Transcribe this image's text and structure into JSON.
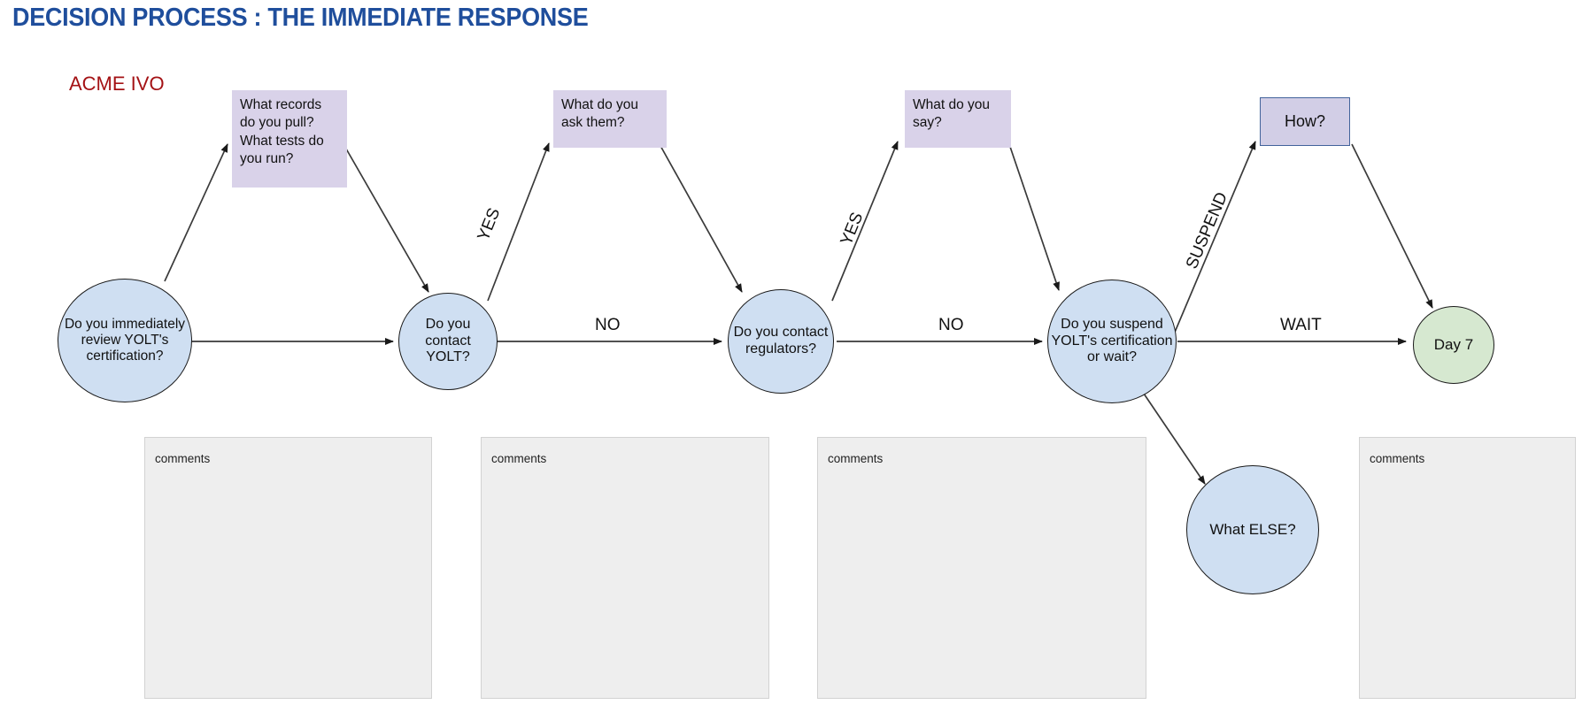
{
  "title": "DECISION PROCESS : THE IMMEDIATE RESPONSE",
  "subtitle": "ACME IVO",
  "colors": {
    "title": "#1f4e9c",
    "subtitle": "#a41215",
    "node_fill": "#cfdff2",
    "node_end_fill": "#d6e8d0",
    "note_fill": "#d9d2e9",
    "note_border": "#42639b",
    "comment_fill": "#eeeeee",
    "edge": "#1a1a1a"
  },
  "nodes": [
    {
      "id": "review",
      "label": "Do you immediately review YOLT's certification?",
      "shape": "circle",
      "fill": "blue"
    },
    {
      "id": "contact",
      "label": "Do you contact YOLT?",
      "shape": "circle",
      "fill": "blue"
    },
    {
      "id": "regulators",
      "label": "Do you contact regulators?",
      "shape": "circle",
      "fill": "blue"
    },
    {
      "id": "suspend",
      "label": "Do you suspend YOLT's certification or wait?",
      "shape": "circle",
      "fill": "blue"
    },
    {
      "id": "day7",
      "label": "Day 7",
      "shape": "circle",
      "fill": "green"
    },
    {
      "id": "whatelse",
      "label": "What ELSE?",
      "shape": "circle",
      "fill": "blue"
    }
  ],
  "notes": [
    {
      "id": "records",
      "label": "What records do you pull? What tests do you run?",
      "bordered": false
    },
    {
      "id": "ask",
      "label": "What do you ask them?",
      "bordered": false
    },
    {
      "id": "say",
      "label": "What do you say?",
      "bordered": false
    },
    {
      "id": "how",
      "label": "How?",
      "bordered": true
    }
  ],
  "edge_labels": [
    {
      "id": "yes1",
      "label": "YES",
      "rotated": true
    },
    {
      "id": "no1",
      "label": "NO",
      "rotated": false
    },
    {
      "id": "yes2",
      "label": "YES",
      "rotated": true
    },
    {
      "id": "no2",
      "label": "NO",
      "rotated": false
    },
    {
      "id": "suspend1",
      "label": "SUSPEND",
      "rotated": true
    },
    {
      "id": "wait1",
      "label": "WAIT",
      "rotated": false
    }
  ],
  "comments": [
    {
      "id": "c1",
      "label": "comments"
    },
    {
      "id": "c2",
      "label": "comments"
    },
    {
      "id": "c3",
      "label": "comments"
    },
    {
      "id": "c4",
      "label": "comments"
    }
  ]
}
